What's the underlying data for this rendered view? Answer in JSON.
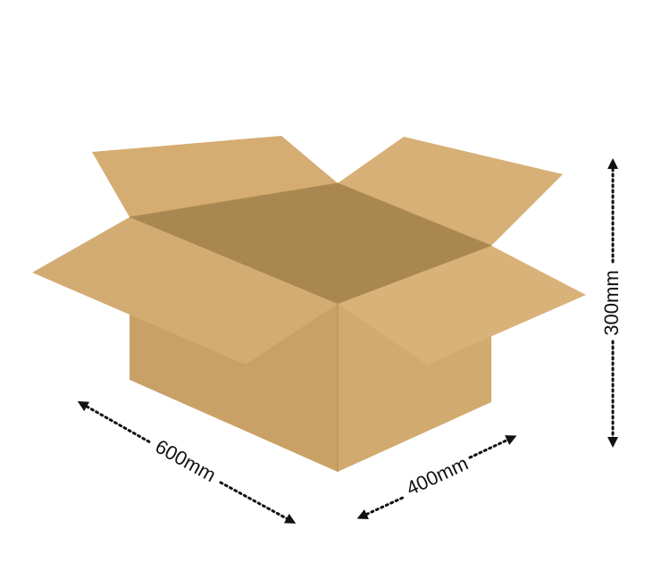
{
  "dimensions": {
    "length": "600mm",
    "width": "400mm",
    "height": "300mm"
  },
  "colors": {
    "cardboard_light": "#d5ad72",
    "cardboard_mid": "#c9a066",
    "cardboard_shadow": "#a9844f",
    "cardboard_dark": "#9a7848",
    "line": "#111111"
  }
}
